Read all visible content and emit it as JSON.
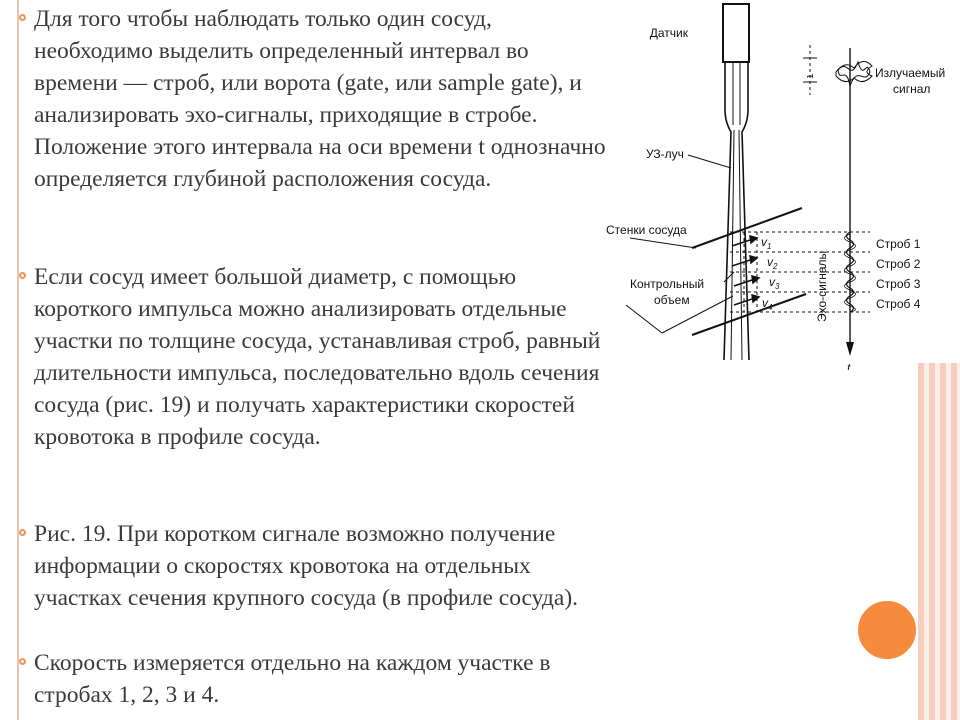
{
  "slide": {
    "bullets": [
      {
        "text": "Для того чтобы наблюдать только один сосуд, необходимо выделить определенный интервал во времени — строб, или ворота (gate, или sample gate), и анализировать эхо-сигналы, приходящие в стробе. Положение этого интервала на оси времени t однозначно определяется глубиной расположения сосуда."
      },
      {
        "text": "Если сосуд имеет большой диаметр, с помощью короткого импульса можно анализировать отдельные участки по толщине сосуда, устанавливая строб, равный длительности импульса, последовательно вдоль сечения сосуда (рис. 19) и получать характеристики скоростей кровотока в профиле сосуда."
      },
      {
        "text": "Рис. 19. При коротком сигнале возможно получение информации о скоростях кровотока на отдельных участках сечения крупного сосуда (в профиле сосуда)."
      },
      {
        "text": "Скорость измеряется отдельно на каждом участке в стробах 1, 2, 3 и 4."
      }
    ]
  },
  "figure": {
    "labels": {
      "sensor": "Датчик",
      "beam": "УЗ-луч",
      "vessel_walls": "Стенки сосуда",
      "control_volume_1": "Контрольный",
      "control_volume_2": "объем",
      "emitted_1": "Излучаемый",
      "emitted_2": "сигнал",
      "echo_signals": "Эхо-сигналы",
      "pulse_tau": "τ",
      "time_axis": "t",
      "gates": [
        "Строб 1",
        "Строб 2",
        "Строб 3",
        "Строб 4"
      ],
      "velocities": [
        "v",
        "v",
        "v",
        "v"
      ],
      "velocity_subs": [
        "1",
        "2",
        "3",
        "4"
      ]
    }
  },
  "theme": {
    "bullet_color": "#f5924f",
    "accent_orange": "#f68b3e",
    "stripe_pink": "#f6cdbf"
  }
}
